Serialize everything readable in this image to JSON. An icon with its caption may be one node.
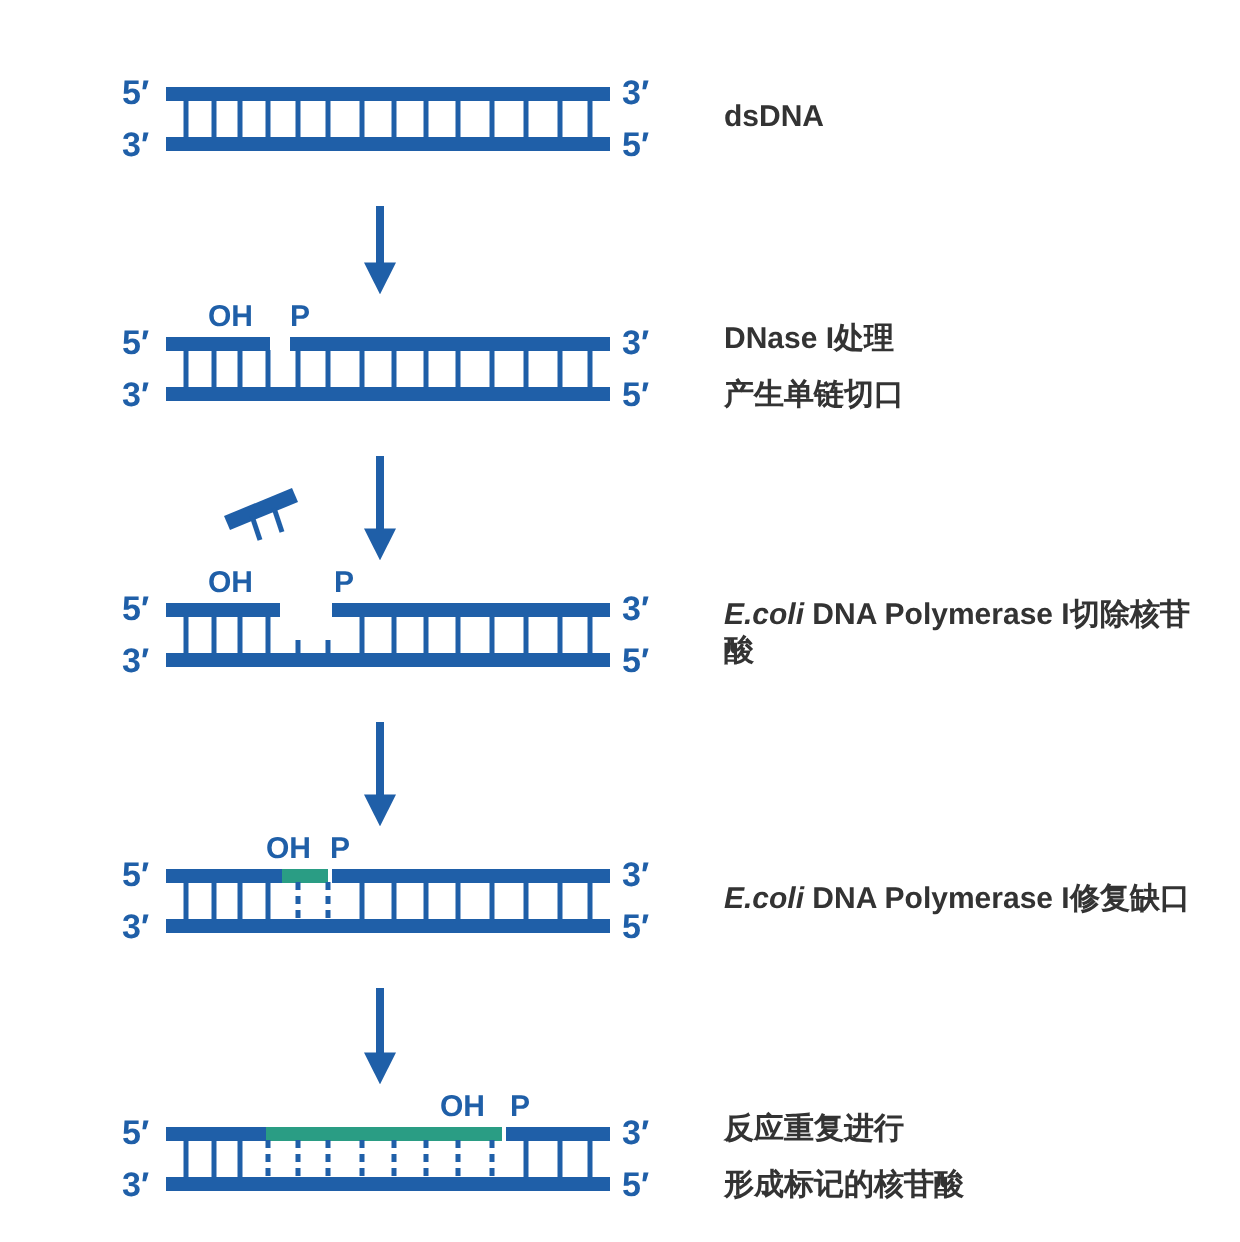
{
  "diagram": {
    "nodes": [
      {
        "text": [
          "5′",
          "3′",
          "3′",
          "5′"
        ],
        "beside": [
          "dsDNA"
        ]
      },
      {
        "text": [
          "OH",
          "P",
          "5′",
          "3′",
          "3′",
          "5′"
        ],
        "beside": [
          "DNase I处理",
          "产生单链切口"
        ]
      },
      {
        "text": [
          "OH",
          "P",
          "5′",
          "3′",
          "3′",
          "5′"
        ],
        "beside": [
          "*E.coli* DNA Polymerase I切除核苷酸"
        ]
      },
      {
        "text": [
          "OH",
          "P",
          "5′",
          "3′",
          "3′",
          "5′"
        ],
        "beside": [
          "*E.coli* DNA Polymerase I修复缺口"
        ]
      },
      {
        "text": [
          "OH",
          "P",
          "5′",
          "3′",
          "3′",
          "5′"
        ],
        "beside": [
          "反应重复进行",
          "形成标记的核苷酸"
        ]
      }
    ],
    "edges": [
      {
        "from": 0,
        "to": 1,
        "arrow": "to"
      },
      {
        "from": 1,
        "to": 2,
        "arrow": "to"
      },
      {
        "from": 2,
        "to": 3,
        "arrow": "to"
      },
      {
        "from": 3,
        "to": 4,
        "arrow": "to"
      }
    ]
  }
}
